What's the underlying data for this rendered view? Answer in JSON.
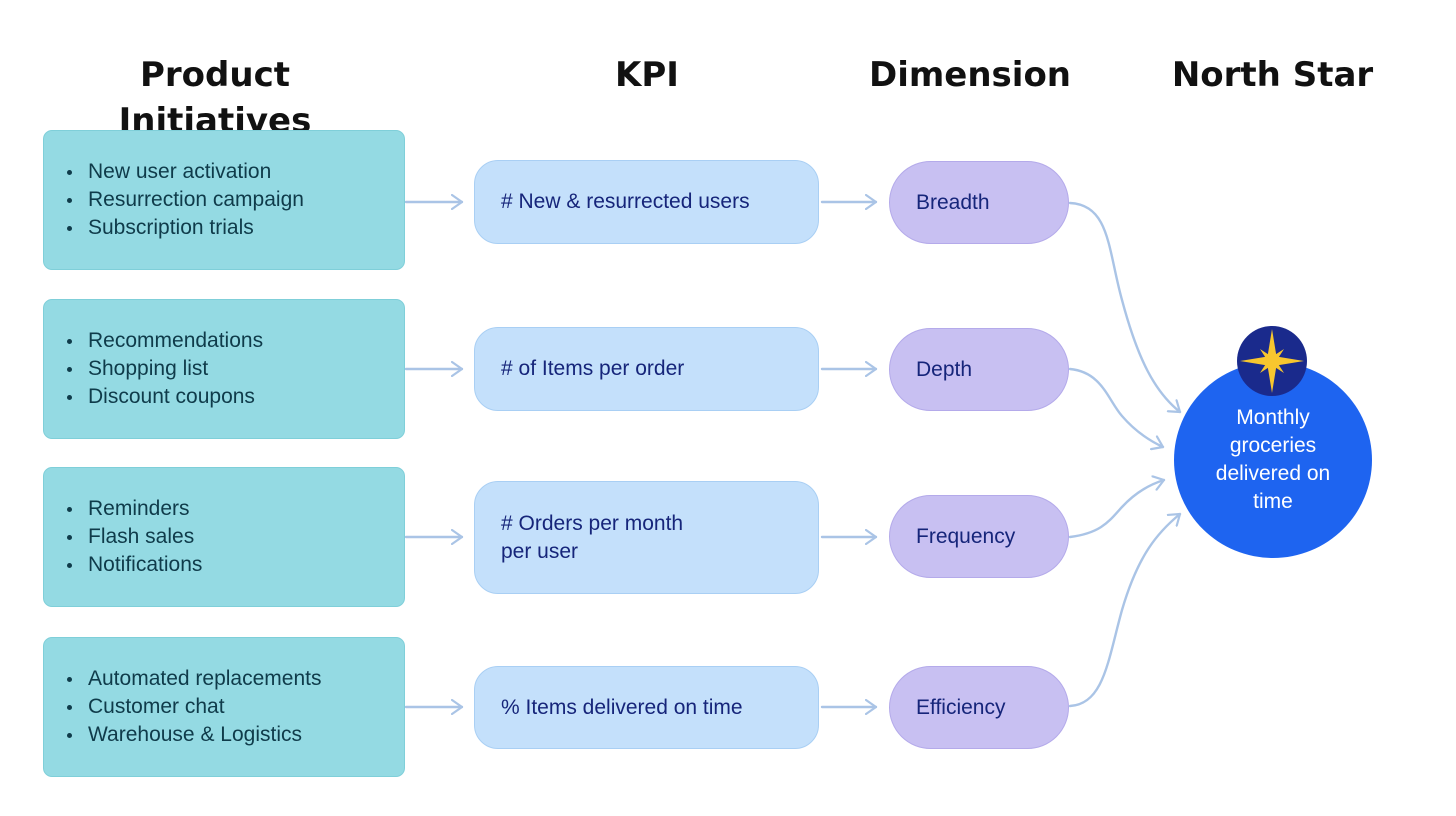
{
  "headers": {
    "initiatives": "Product Initiatives",
    "kpi": "KPI",
    "dimension": "Dimension",
    "north_star": "North Star"
  },
  "rows": [
    {
      "initiatives": [
        "New user activation",
        "Resurrection campaign",
        "Subscription trials"
      ],
      "kpi": "# New & resurrected users",
      "dimension": "Breadth"
    },
    {
      "initiatives": [
        "Recommendations",
        "Shopping list",
        "Discount coupons"
      ],
      "kpi": "# of Items per order",
      "dimension": "Depth"
    },
    {
      "initiatives": [
        "Reminders",
        "Flash sales",
        "Notifications"
      ],
      "kpi": "# Orders per month\nper user",
      "dimension": "Frequency"
    },
    {
      "initiatives": [
        "Automated replacements",
        "Customer chat",
        "Warehouse & Logistics"
      ],
      "kpi": "% Items delivered on time",
      "dimension": "Efficiency"
    }
  ],
  "north_star": {
    "label": "Monthly groceries delivered on time",
    "icon": "compass-star-icon"
  },
  "colors": {
    "initiative_fill": "#94dae3",
    "kpi_fill": "#c4e0fb",
    "dimension_fill": "#c8c0f2",
    "north_star_fill": "#1e64f0",
    "badge_fill": "#1a2a8c",
    "star": "#f7c62f",
    "arrow": "#aac4e6"
  }
}
